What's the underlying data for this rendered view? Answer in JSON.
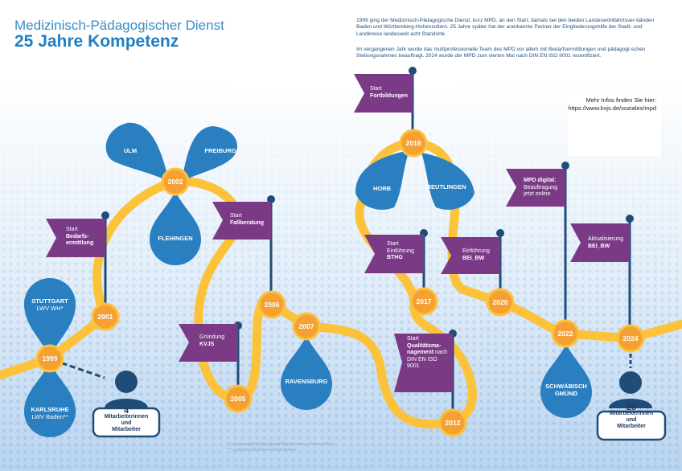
{
  "header": {
    "subtitle": "Medizinisch-Pädagogischer Dienst",
    "title": "25 Jahre Kompetenz"
  },
  "intro": {
    "p1": "1999 ging der Medizinisch-Pädagogische Dienst, kurz MPD, an den Start; damals bei den beiden Landeswohlfahrtsver-bänden Baden und Württemberg-Hohenzollern. 25 Jahre später hat der anerkannte Partner der Eingliederungshilfe der Stadt- und Landkreise landesweit acht Standorte.",
    "p2": "Im vergangenen Jahr wurde das multiprofessionelle Team des MPD vor allem mit Bedarfsermittlungen und pädagogi-schen Stellungsnahmen beauftragt. 2024 wurde der MPD zum vierten Mal nach DIN EN ISO 9001 rezertifiziert."
  },
  "info": {
    "label": "Mehr Infos finden Sie hier:",
    "url": "https://www.kvjs.de/soziales/mpd"
  },
  "years": {
    "y1999": "1999",
    "y2001": "2001",
    "y2002": "2002",
    "y2005": "2005",
    "y2006": "2006",
    "y2007": "2007",
    "y2012": "2012",
    "y2017": "2017",
    "y2018": "2018",
    "y2020": "2020",
    "y2022": "2022",
    "y2024": "2024"
  },
  "cities": {
    "stuttgart": "STUTTGART",
    "stuttgart_sub": "LWV WH*",
    "karlsruhe": "KARLSRUHE",
    "karlsruhe_sub": "LWV Baden**",
    "ulm": "ULM",
    "freiburg": "FREIBURG",
    "flehingen": "FLEHINGEN",
    "ravensburg": "RAVENSBURG",
    "horb": "HORB",
    "reutlingen": "REUTLINGEN",
    "schwaebisch_gmuend": "SCHWÄBISCH GMÜND"
  },
  "flags": {
    "bedarf": {
      "l1": "Start",
      "l2": "Bedarfs-",
      "l3": "ermittlung"
    },
    "fall": {
      "l1": "Start",
      "l2": "Fallberatung"
    },
    "kvjs": {
      "l1": "Gründung",
      "l2": "KVJS"
    },
    "qm": {
      "l1": "Start",
      "l2": "Qualitätsma-",
      "l3": "nagement",
      "l3b": " nach",
      "l4": "DIN EN ISO",
      "l5": "9001"
    },
    "fortb": {
      "l1": "Start",
      "l2": "Fortbildungen"
    },
    "bthg": {
      "l1": "Start",
      "l2": "Einführung",
      "l3": "BTHG"
    },
    "beibw": {
      "l1": "Einführung",
      "l2": "BEI_BW"
    },
    "digital": {
      "l1": "MPD digital:",
      "l2": "Beauftragung",
      "l3": "jetzt online"
    },
    "aktual": {
      "l1": "Aktualisierung",
      "l2": "BEI_BW"
    }
  },
  "staff": {
    "start": {
      "count": "4",
      "l1": "Mitarbeiterinnen",
      "l2": "und",
      "l3": "Mitarbeiter"
    },
    "now": {
      "count": "28",
      "l1": "Mitarbeiterinnen",
      "l2": "und",
      "l3": "Mitarbeiter"
    }
  },
  "footnotes": {
    "f1": "*  Landeswohlfahrtsverband Württemberg-Hohenzollern",
    "f2": "**  Landeswohlfahrtsverband Baden"
  },
  "colors": {
    "blue": "#2a7fc1",
    "orange": "#f5a032",
    "yellow": "#fcc33a",
    "purple": "#7b3a86",
    "navy": "#1f4d78"
  }
}
